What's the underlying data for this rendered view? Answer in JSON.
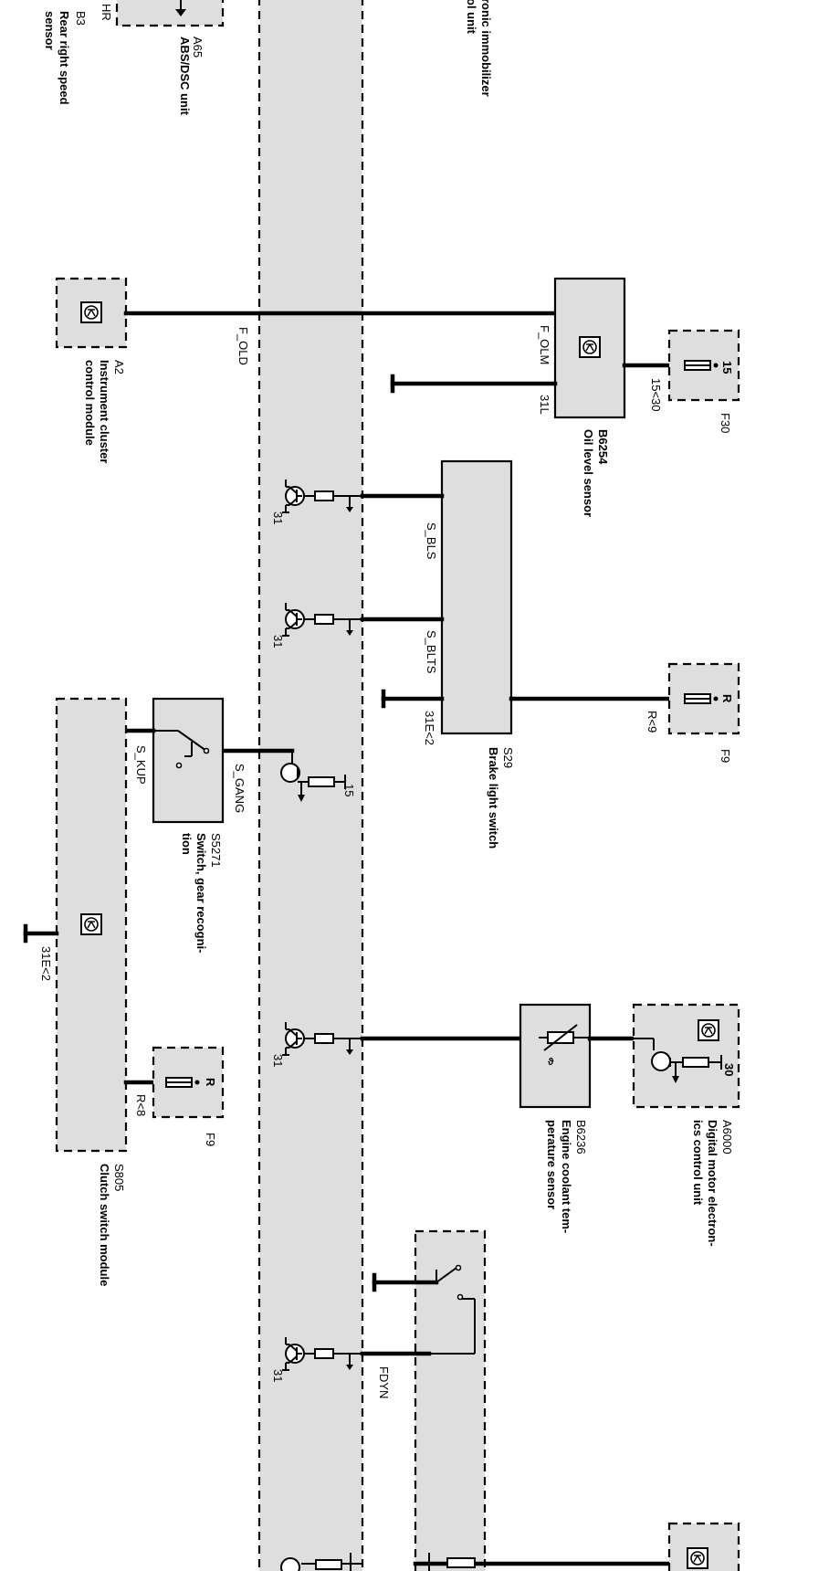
{
  "labels": {
    "a65_code": "A65",
    "a65_name": "ABS/DSC unit",
    "b3_code": "B3",
    "b3_name1": "Rear right speed",
    "b3_name2": "sensor",
    "b3_pin": "HR",
    "immob1": "ronic immobilizer",
    "immob2": "ol unit",
    "a2_code": "A2",
    "a2_name1": "Instrument cluster",
    "a2_name2": "control module",
    "f_old": "F_OLD",
    "f_olm": "F_OLM",
    "pin_31l": "31L",
    "pin_15_30": "15<30",
    "pin_15_f30": "15",
    "f30_code": "F30",
    "b6254_code": "B6254",
    "b6254_name": "Oil level sensor",
    "s_bls": "S_BLS",
    "s_blts": "S_BLTS",
    "pin_31e2_s29": "31E<2",
    "s29_code": "S29",
    "s29_name": "Brake light switch",
    "pin_r_f9a": "R",
    "pin_r9": "R<9",
    "f9a_code": "F9",
    "s_kup": "S_KUP",
    "s_gang": "S_GANG",
    "s5271_code": "S5271",
    "s5271_name1": "Switch, gear recogni-",
    "s5271_name2": "tion",
    "pin_31e2_s805": "31E<2",
    "pin_r_f9b": "R",
    "pin_r8": "R<8",
    "f9b_code": "F9",
    "s805_code": "S805",
    "s805_name": "Clutch switch module",
    "b6236_code": "B6236",
    "b6236_name1": "Engine coolant tem-",
    "b6236_name2": "perature sensor",
    "a6000_code": "A6000",
    "a6000_name1": "Digital motor electron-",
    "a6000_name2": "ics control unit",
    "pin_30": "30",
    "fdyn": "FDYN",
    "gnd_31": "31",
    "vcc_15": "15"
  }
}
